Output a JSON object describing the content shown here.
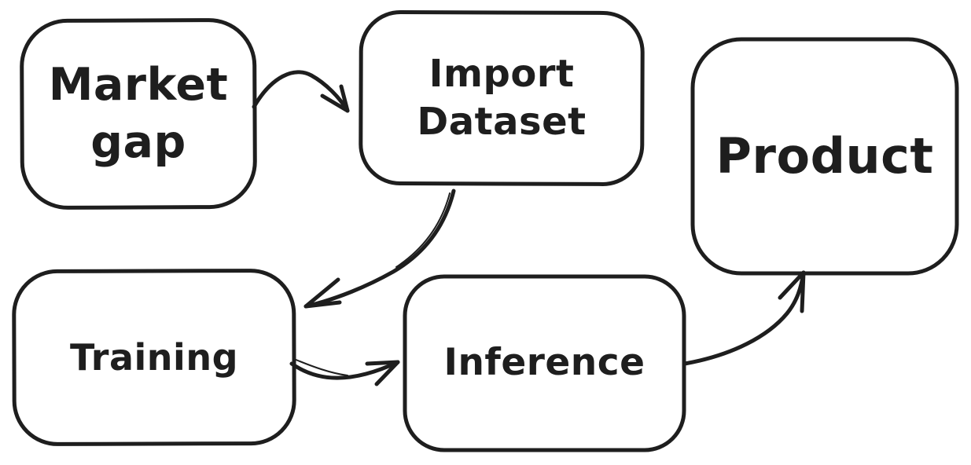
{
  "diagram": {
    "background_color": "#ffffff",
    "stroke_color": "#1e1e1e",
    "fill_color": "#ffffff",
    "style": "hand-drawn-flowchart",
    "nodes": [
      {
        "id": "market-gap",
        "label": "Market gap",
        "position": "top-left"
      },
      {
        "id": "import-dataset",
        "label": "Import Dataset",
        "position": "top-middle"
      },
      {
        "id": "product",
        "label": "Product",
        "position": "top-right"
      },
      {
        "id": "training",
        "label": "Training",
        "position": "bottom-left"
      },
      {
        "id": "inference",
        "label": "Inference",
        "position": "bottom-middle"
      }
    ],
    "edges": [
      {
        "from": "Market gap",
        "to": "Import Dataset",
        "shape": "curved arrow arcing over"
      },
      {
        "from": "Import Dataset",
        "to": "Training",
        "shape": "curved arrow down-left"
      },
      {
        "from": "Training",
        "to": "Inference",
        "shape": "curved arrow dipping down"
      },
      {
        "from": "Inference",
        "to": "Product",
        "shape": "curved arrow sweeping up"
      }
    ]
  }
}
